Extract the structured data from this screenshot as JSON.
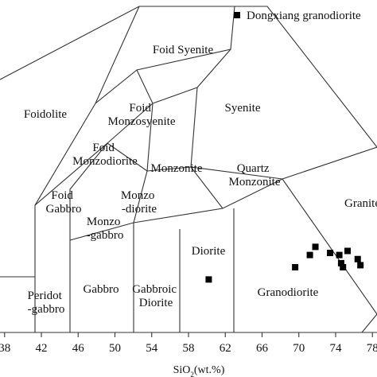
{
  "chart_data": {
    "type": "scatter",
    "xlabel": "SiO₂(wt.%)",
    "xlabel_parts": {
      "main": "SiO",
      "sub": "2",
      "rest": "(wt.%)"
    },
    "xlim": [
      37.5,
      78.5
    ],
    "xticks": [
      38,
      42,
      46,
      50,
      54,
      58,
      62,
      66,
      70,
      74,
      78
    ],
    "ylim": [
      0,
      16
    ],
    "series": [
      {
        "name": "Dongxiang granodiorite",
        "marker": "square",
        "color": "#000000",
        "points": [
          {
            "x": 60.2,
            "y": 2.6
          },
          {
            "x": 69.6,
            "y": 3.2
          },
          {
            "x": 71.2,
            "y": 3.8
          },
          {
            "x": 71.8,
            "y": 4.2
          },
          {
            "x": 73.4,
            "y": 3.9
          },
          {
            "x": 74.4,
            "y": 3.8
          },
          {
            "x": 74.6,
            "y": 3.4
          },
          {
            "x": 74.8,
            "y": 3.2
          },
          {
            "x": 75.3,
            "y": 4.0
          },
          {
            "x": 76.4,
            "y": 3.6
          },
          {
            "x": 76.7,
            "y": 3.3
          }
        ]
      }
    ],
    "fields": [
      {
        "label": "Foid Syenite"
      },
      {
        "label": "Foidolite"
      },
      {
        "label": "Foid\nMonzosyenite"
      },
      {
        "label": "Syenite"
      },
      {
        "label": "Foid\nMonzodiorite"
      },
      {
        "label": "Monzonite"
      },
      {
        "label": "Quartz\nMonzonite"
      },
      {
        "label": "Foid\nGabbro"
      },
      {
        "label": "Monzo\n-diorite"
      },
      {
        "label": "Monzo\n-gabbro"
      },
      {
        "label": "Diorite"
      },
      {
        "label": "Gabbro"
      },
      {
        "label": "Gabbroic\nDiorite"
      },
      {
        "label": "Granodiorite"
      },
      {
        "label": "Peridot\n-gabbro"
      },
      {
        "label": "Granite"
      }
    ]
  },
  "legend": {
    "label": "Dongxiang granodiorite",
    "marker": "square",
    "color": "#000000"
  }
}
